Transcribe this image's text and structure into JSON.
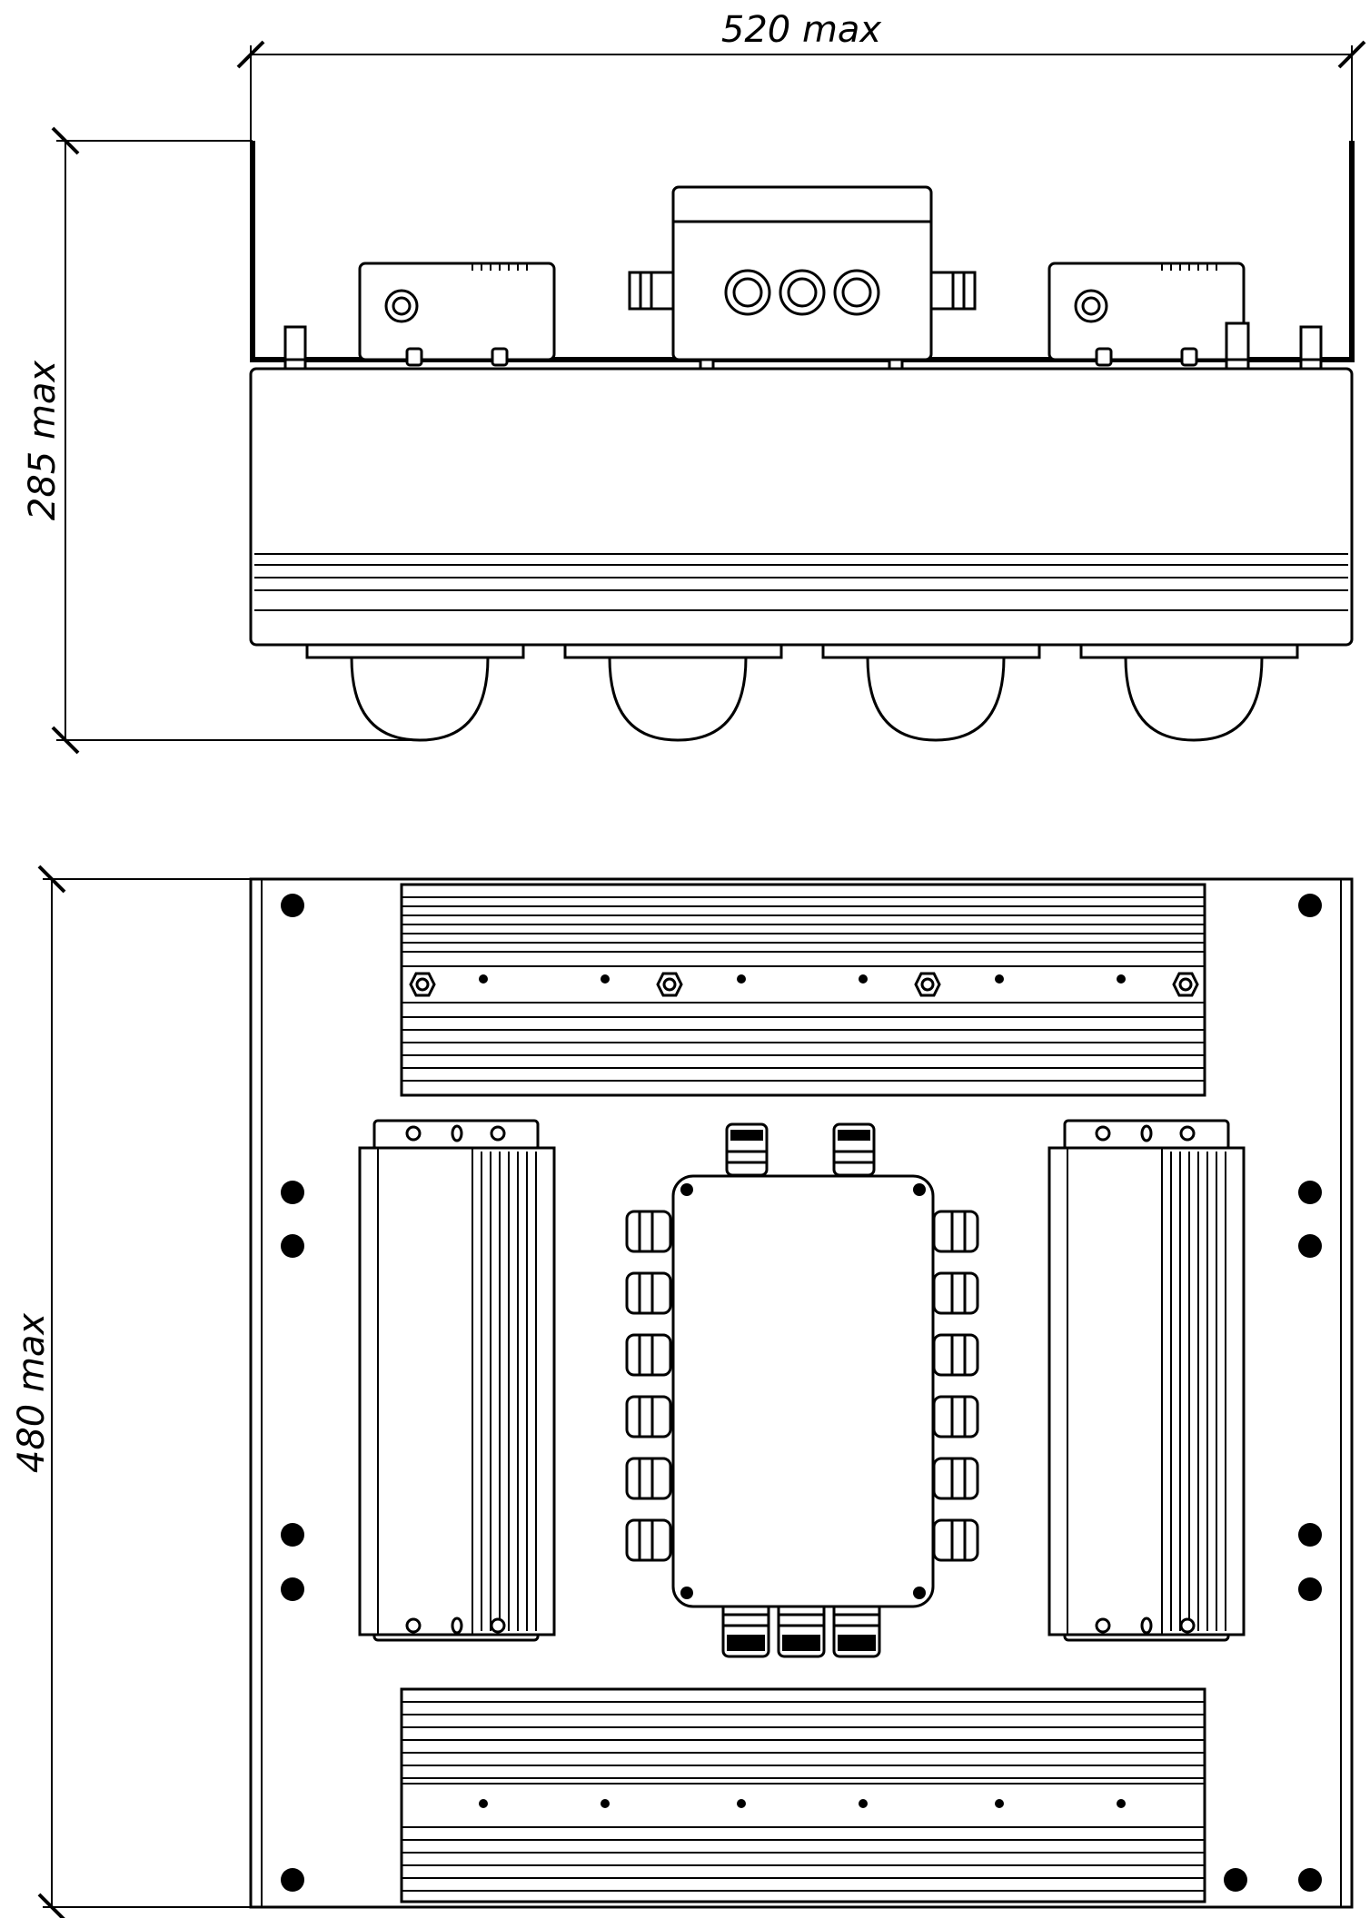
{
  "dimensions": {
    "width_label": "520 max",
    "height_side_label": "285 max",
    "height_plan_label": "480 max"
  },
  "views": {
    "side_view": {
      "lamp_count": 4,
      "driver_count": 2,
      "junction_box_glands": 3
    },
    "plan_view": {
      "heatsink_count": 2,
      "driver_count": 2,
      "box_side_glands_per_side": 6,
      "box_top_glands": 2,
      "box_bottom_glands": 3
    }
  },
  "colors": {
    "line": "#000000",
    "background": "#ffffff"
  }
}
